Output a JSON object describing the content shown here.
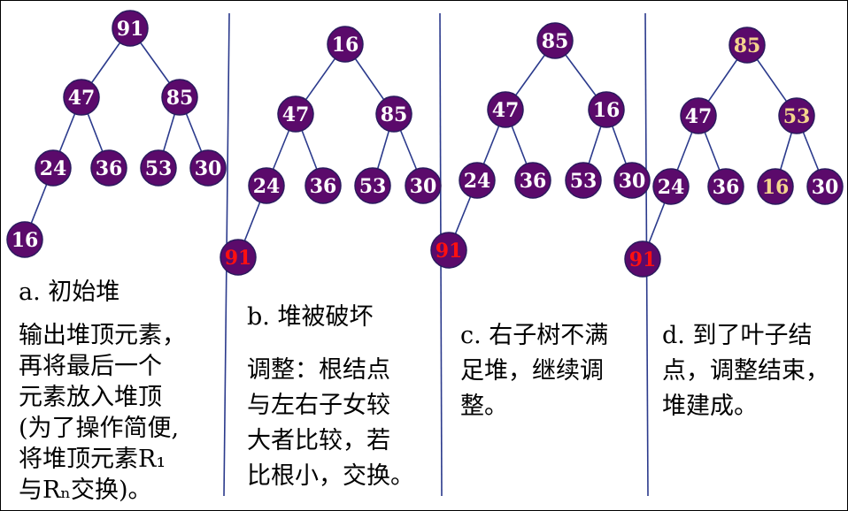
{
  "colors": {
    "node_fill": "#5b0a6b",
    "node_stroke": "#2a1a5e",
    "edge": "#2b3a8c",
    "text_default": "#ffffff",
    "text_removed": "#ff1010",
    "text_highlight": "#f4d58d",
    "divider": "#2b3a8c"
  },
  "panels": [
    {
      "id": "a",
      "nodes": [
        {
          "label": "91",
          "style": "default"
        },
        {
          "label": "47",
          "style": "default"
        },
        {
          "label": "85",
          "style": "default"
        },
        {
          "label": "24",
          "style": "default"
        },
        {
          "label": "36",
          "style": "default"
        },
        {
          "label": "53",
          "style": "default"
        },
        {
          "label": "30",
          "style": "default"
        },
        {
          "label": "16",
          "style": "default"
        }
      ],
      "caption_title": "a. 初始堆",
      "caption_body": "输出堆顶元素，\n再将最后一个\n元素放入堆顶\n(为了操作简便,\n将堆顶元素R₁\n与Rₙ交换)。"
    },
    {
      "id": "b",
      "nodes": [
        {
          "label": "16",
          "style": "default"
        },
        {
          "label": "47",
          "style": "default"
        },
        {
          "label": "85",
          "style": "default"
        },
        {
          "label": "24",
          "style": "default"
        },
        {
          "label": "36",
          "style": "default"
        },
        {
          "label": "53",
          "style": "default"
        },
        {
          "label": "30",
          "style": "default"
        },
        {
          "label": "91",
          "style": "removed"
        }
      ],
      "caption_title": "b. 堆被破坏",
      "caption_body": "调整：根结点\n与左右子女较\n大者比较，若\n比根小，交换。"
    },
    {
      "id": "c",
      "nodes": [
        {
          "label": "85",
          "style": "default"
        },
        {
          "label": "47",
          "style": "default"
        },
        {
          "label": "16",
          "style": "default"
        },
        {
          "label": "24",
          "style": "default"
        },
        {
          "label": "36",
          "style": "default"
        },
        {
          "label": "53",
          "style": "default"
        },
        {
          "label": "30",
          "style": "default"
        },
        {
          "label": "91",
          "style": "removed"
        }
      ],
      "caption_title": "",
      "caption_body": "c. 右子树不满\n足堆，继续调\n整。"
    },
    {
      "id": "d",
      "nodes": [
        {
          "label": "85",
          "style": "highlight"
        },
        {
          "label": "47",
          "style": "default"
        },
        {
          "label": "53",
          "style": "highlight"
        },
        {
          "label": "24",
          "style": "default"
        },
        {
          "label": "36",
          "style": "default"
        },
        {
          "label": "16",
          "style": "highlight"
        },
        {
          "label": "30",
          "style": "default"
        },
        {
          "label": "91",
          "style": "removed"
        }
      ],
      "caption_title": "",
      "caption_body": "d. 到了叶子结\n点，调整结束，\n堆建成。"
    }
  ]
}
